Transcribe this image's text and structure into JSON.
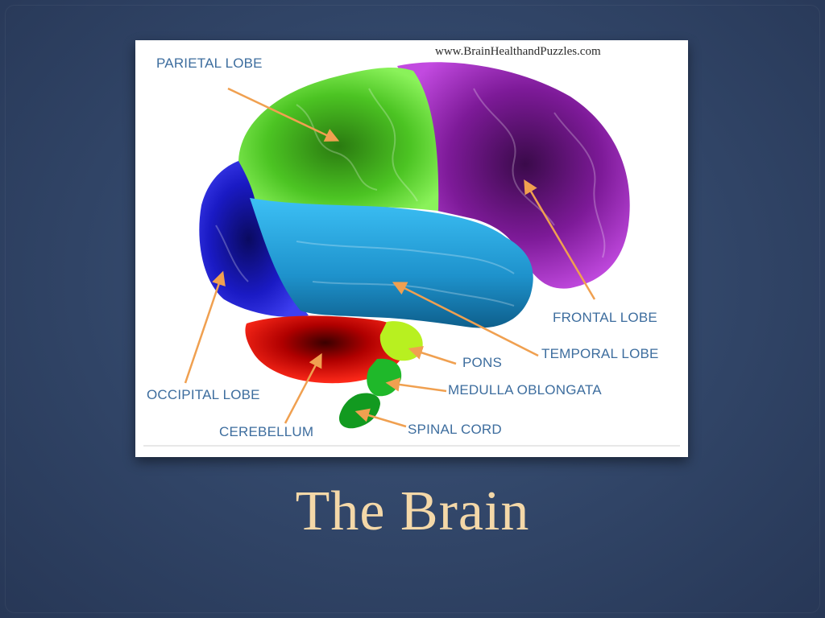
{
  "slide": {
    "title": "The Brain",
    "title_color": "#f4d8a8",
    "background": "#33486b"
  },
  "figure": {
    "watermark": "www.BrainHealthandPuzzles.com",
    "arrow_color": "#f0a050",
    "label_color": "#3d6d9e",
    "labels": {
      "parietal": "PARIETAL LOBE",
      "frontal": "FRONTAL LOBE",
      "temporal": "TEMPORAL LOBE",
      "pons": "PONS",
      "medulla": "MEDULLA OBLONGATA",
      "spinal": "SPINAL CORD",
      "occipital": "OCCIPITAL LOBE",
      "cerebellum": "CEREBELLUM"
    },
    "region_colors": {
      "parietal": "#55d62a",
      "frontal": "#9a1fb8",
      "temporal": "#2aa8e6",
      "occipital": "#1f1fd6",
      "cerebellum": "#e01010",
      "pons": "#b8f020",
      "medulla": "#1fb82a",
      "spinal": "#129a20"
    }
  }
}
